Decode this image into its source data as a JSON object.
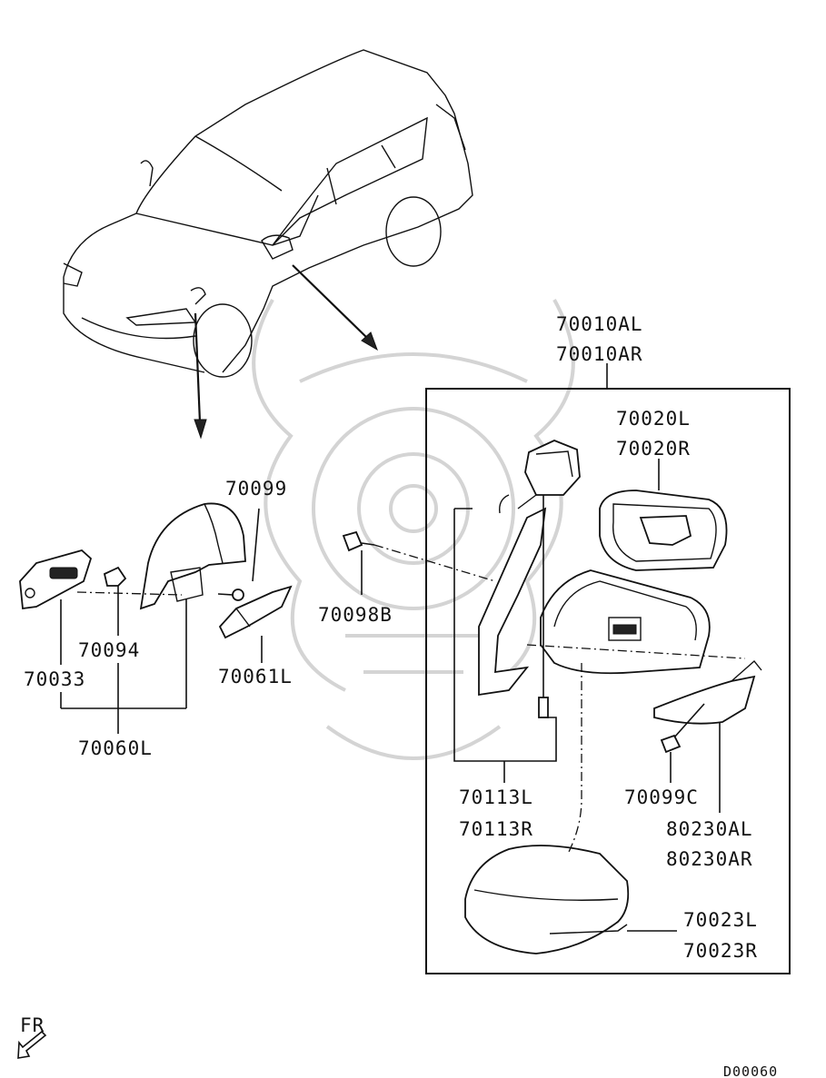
{
  "labels": {
    "assy_l": "70010AL",
    "assy_r": "70010AR",
    "glass_l": "70020L",
    "glass_r": "70020R",
    "p70099": "70099",
    "p70098b": "70098B",
    "p70094": "70094",
    "p70033": "70033",
    "p70061l": "70061L",
    "p70060l": "70060L",
    "base_l": "70113L",
    "base_r": "70113R",
    "p70099c": "70099C",
    "lamp_l": "80230AL",
    "lamp_r": "80230AR",
    "cover_l": "70023L",
    "cover_r": "70023R"
  },
  "footer": {
    "direction": "FR",
    "diagram_code": "D00060"
  },
  "icons": {
    "front_arrow": "front-direction-arrow-icon",
    "watermark": "samurai-mask-watermark"
  }
}
